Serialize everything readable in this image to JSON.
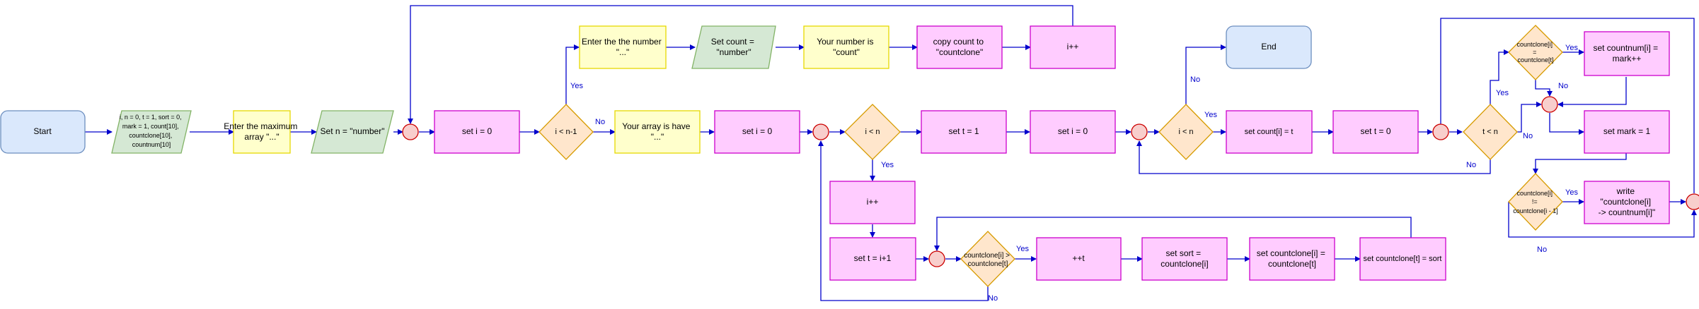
{
  "nodes": {
    "start": "Start",
    "init": [
      "i, n = 0, t = 1, sort = 0,",
      "mark = 1, count[10],",
      "countclone[10],",
      "countnum[10]"
    ],
    "enter_max": [
      "Enter the maximum",
      "array \"...\""
    ],
    "set_n": "Set n = \"number\"",
    "set_i0_a": "set i = 0",
    "cond_i_n1": "i < n-1",
    "enter_number": [
      "Enter the the number",
      "\"...\""
    ],
    "set_count": [
      "Set count =",
      "\"number\""
    ],
    "your_number": [
      "Your number is",
      "\"count\""
    ],
    "copy_count": [
      "copy count to",
      "\"countclone\""
    ],
    "inc_i_top": "i++",
    "your_array": [
      "Your array is have",
      "\"...\""
    ],
    "set_i0_b": "set i = 0",
    "cond_i_n_a": "i < n",
    "inc_i_mid": "i++",
    "set_t_i1": "set t = i+1",
    "cond_clone": [
      "countclone[i] >",
      "countclone[t]"
    ],
    "inc_t": "++t",
    "set_sort": [
      "set sort =",
      "countclone[i]"
    ],
    "set_clone_i": [
      "set countclone[i] =",
      "countclone[t]"
    ],
    "set_clone_t": "set countclone[t] = sort",
    "set_t1": "set t = 1",
    "set_i0_c": "set i = 0",
    "cond_i_n_b": "i < n",
    "end": "End",
    "set_count_i": "set count[i] = t",
    "set_t0": "set t = 0",
    "cond_t_n": "t < n",
    "cond_clone_eq": [
      "countclone[i]",
      "=",
      "countclone[t]"
    ],
    "set_countnum": [
      "set countnum[i] =",
      "mark++"
    ],
    "set_mark": "set mark = 1",
    "cond_clone_ne": [
      "countclone[i]",
      "!=",
      "countclone[i - 1]"
    ],
    "write": [
      "write",
      "\"countclone[i]",
      "-> countnum[i]\""
    ]
  },
  "edge_labels": {
    "yes": "Yes",
    "no": "No"
  },
  "colors": {
    "stroke": "#0000cc",
    "blue_fill": "#dae8fc",
    "blue_stroke": "#6c8ebf",
    "green_fill": "#d5e8d4",
    "green_stroke": "#82b366",
    "yellow_fill": "#ffffcc",
    "yellow_stroke": "#e6d800",
    "pink_fill": "#ffccff",
    "pink_stroke": "#cc00cc",
    "orange_fill": "#ffe6cc",
    "orange_stroke": "#d79b00",
    "connector_fill": "#f8cecc",
    "connector_stroke": "#cc0000"
  }
}
